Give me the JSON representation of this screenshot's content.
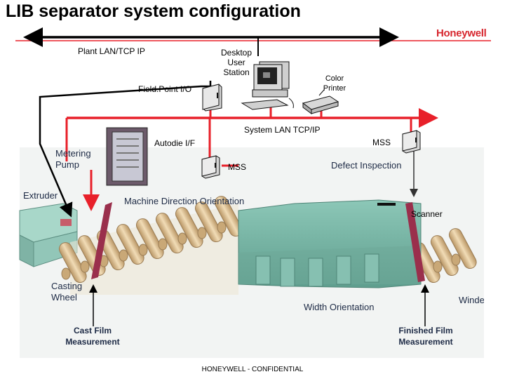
{
  "header": {
    "title": "LIB separator system configuration",
    "brand": "Honeywell"
  },
  "network": {
    "plant_lan": "Plant LAN/TCP IP",
    "system_lan": "System LAN TCP/IP"
  },
  "devices": {
    "desktop_station": [
      "Desktop",
      "User",
      "Station"
    ],
    "color_printer": [
      "Color",
      "Printer"
    ],
    "field_point_io": "Field.Point I/O",
    "autodie_if": "Autodie I/F",
    "mss_right": "MSS",
    "mss_center": "MSS",
    "scanner": "Scanner"
  },
  "process": {
    "metering_pump": [
      "Metering",
      "Pump"
    ],
    "extruder": "Extruder",
    "machine_direction": "Machine Direction Orientation",
    "defect_inspection": "Defect Inspection",
    "casting_wheel": [
      "Casting",
      "Wheel"
    ],
    "width_orientation": "Width Orientation",
    "winder": "Winder",
    "cast_film": [
      "Cast Film",
      "Measurement"
    ],
    "finished_film": [
      "Finished Film",
      "Measurement"
    ]
  },
  "footer": "HONEYWELL - CONFIDENTIAL",
  "colors": {
    "network_red": "#e8202a",
    "brand_red": "#d7262e",
    "film_green": "#7fbdac",
    "roller_tan": "#e6c79a",
    "frame_maroon": "#9a2f4c"
  }
}
